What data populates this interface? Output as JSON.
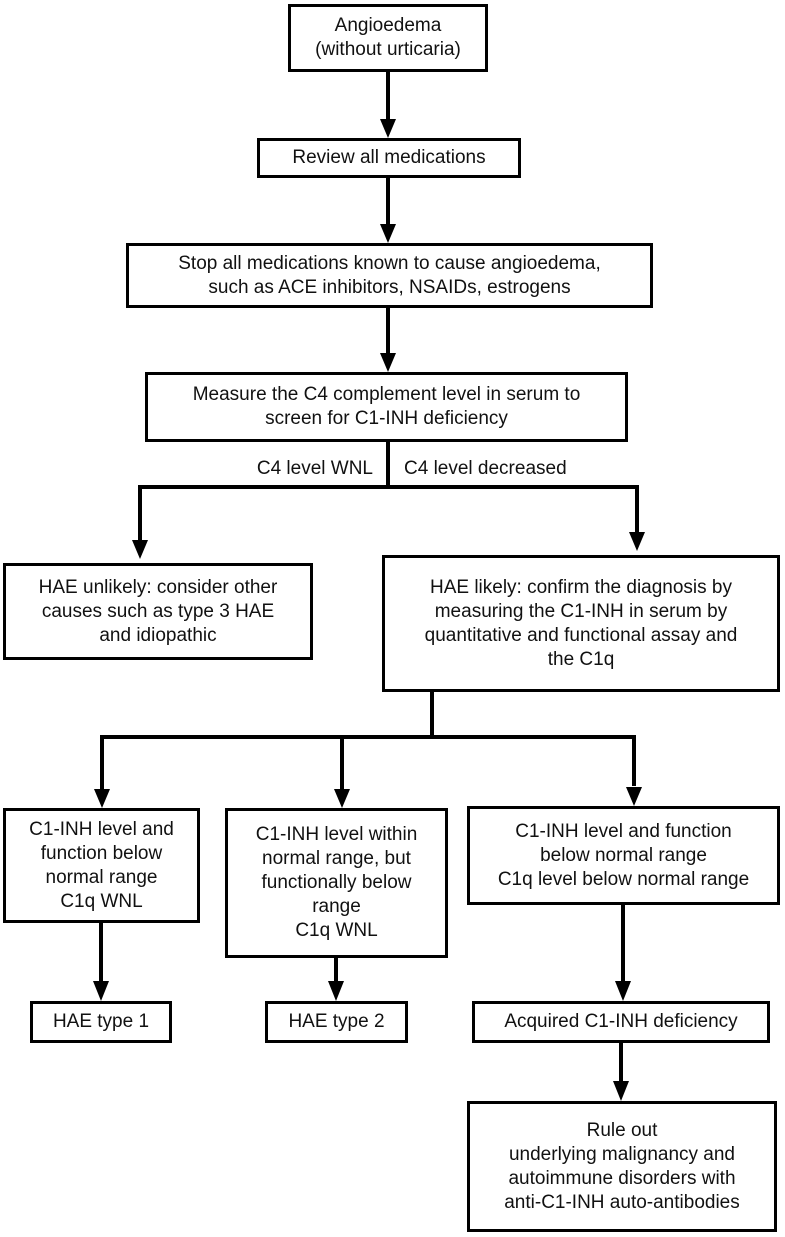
{
  "diagram": {
    "type": "flowchart",
    "topic": "Diagnostic algorithm for angioedema without urticaria",
    "colors": {
      "background": "#ffffff",
      "line": "#000000",
      "box_border": "#000000",
      "text": "#111111"
    },
    "nodes": {
      "angioedema": {
        "text": "Angioedema\n(without urticaria)"
      },
      "review": {
        "text": "Review all medications"
      },
      "stop": {
        "text": "Stop all medications known to cause angioedema,\nsuch as ACE inhibitors, NSAIDs, estrogens"
      },
      "measure": {
        "text": "Measure the C4 complement level in serum to\nscreen for C1-INH deficiency"
      },
      "hae_unlikely": {
        "text": "HAE unlikely: consider other\ncauses such as type 3 HAE\nand idiopathic"
      },
      "hae_likely": {
        "text": "HAE likely: confirm the diagnosis by\nmeasuring the C1-INH in serum by\nquantitative and functional assay and\nthe C1q"
      },
      "criteria_type1": {
        "text": "C1-INH level and\nfunction below\nnormal range\nC1q WNL"
      },
      "criteria_type2": {
        "text": "C1-INH level within\nnormal range, but\nfunctionally below\nrange\nC1q WNL"
      },
      "criteria_acquired": {
        "text": "C1-INH level and function\nbelow normal range\nC1q level below normal range"
      },
      "hae_type1": {
        "text": "HAE type 1"
      },
      "hae_type2": {
        "text": "HAE type 2"
      },
      "acquired": {
        "text": "Acquired C1-INH deficiency"
      },
      "rule_out": {
        "text": "Rule out\nunderlying malignancy and\nautoimmune disorders with\nanti-C1-INH auto-antibodies"
      }
    },
    "branch_labels": {
      "c4_wnl": "C4 level WNL",
      "c4_decreased": "C4 level decreased"
    }
  }
}
